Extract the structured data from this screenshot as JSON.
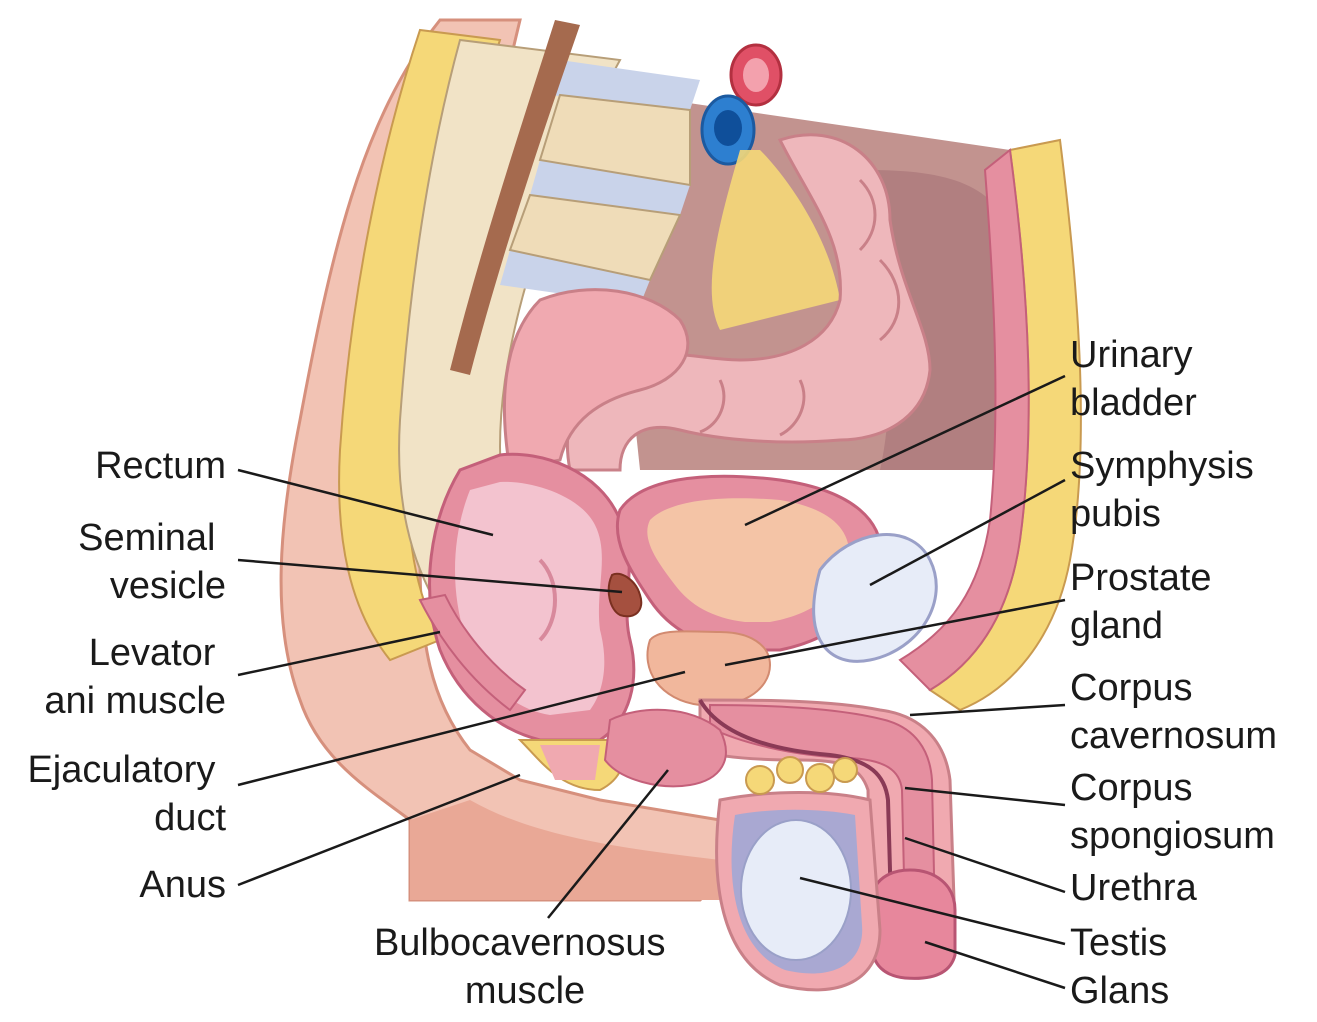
{
  "labels": {
    "urinary_bladder": [
      "Urinary",
      "bladder"
    ],
    "symphysis_pubis": [
      "Symphysis",
      "pubis"
    ],
    "prostate_gland": [
      "Prostate",
      "gland"
    ],
    "corpus_cavernosum": [
      "Corpus",
      "cavernosum"
    ],
    "corpus_spongiosum": [
      "Corpus",
      "spongiosum"
    ],
    "urethra": [
      "Urethra"
    ],
    "testis": [
      "Testis"
    ],
    "glans": [
      "Glans"
    ],
    "rectum": [
      "Rectum"
    ],
    "seminal_vesicle": [
      "Seminal",
      "vesicle"
    ],
    "levator_ani_muscle": [
      "Levator",
      "ani muscle"
    ],
    "ejaculatory_duct": [
      "Ejaculatory",
      "duct"
    ],
    "anus": [
      "Anus"
    ],
    "bulbocavernosus_muscle": [
      "Bulbocavernosus",
      "muscle"
    ]
  },
  "colors": {
    "skin": "#f2c3b4",
    "skin_dark": "#e2a08e",
    "bone": "#f1e3c6",
    "disc": "#c9d3ea",
    "fat": "#f5d878",
    "muscle": "#e58fa0",
    "colon": "#eeb7bb",
    "bladder": "#f0b0a7",
    "bladder_inner": "#f4c4a6",
    "vein": "#2d7fd0",
    "artery": "#e05066",
    "cavity": "#c99a9f",
    "testis": "#e7ecf8",
    "scrotum_sac": "#a9a8d2",
    "line": "#1a1a1a"
  }
}
